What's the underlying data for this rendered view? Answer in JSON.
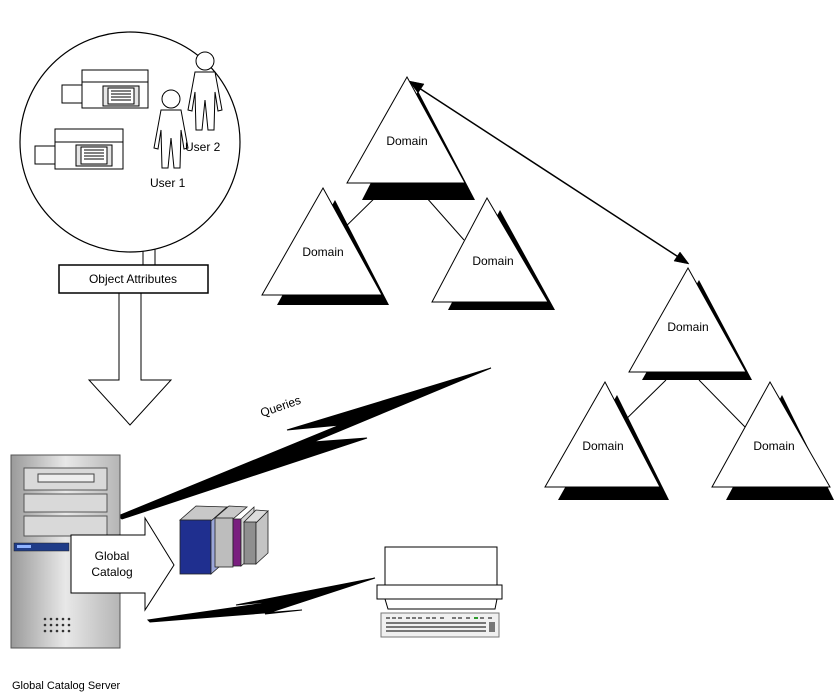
{
  "diagram": {
    "users": {
      "user1_label": "User 1",
      "user2_label": "User 2"
    },
    "object_attributes_label": "Object Attributes",
    "domains": [
      {
        "id": "root",
        "label": "Domain"
      },
      {
        "id": "left-child-1",
        "label": "Domain"
      },
      {
        "id": "left-child-2",
        "label": "Domain"
      },
      {
        "id": "right-root",
        "label": "Domain"
      },
      {
        "id": "right-child-1",
        "label": "Domain"
      },
      {
        "id": "right-child-2",
        "label": "Domain"
      }
    ],
    "queries_label": "Queries",
    "global_catalog_label_line1": "Global",
    "global_catalog_label_line2": "Catalog",
    "server_label": "Global Catalog Server"
  }
}
